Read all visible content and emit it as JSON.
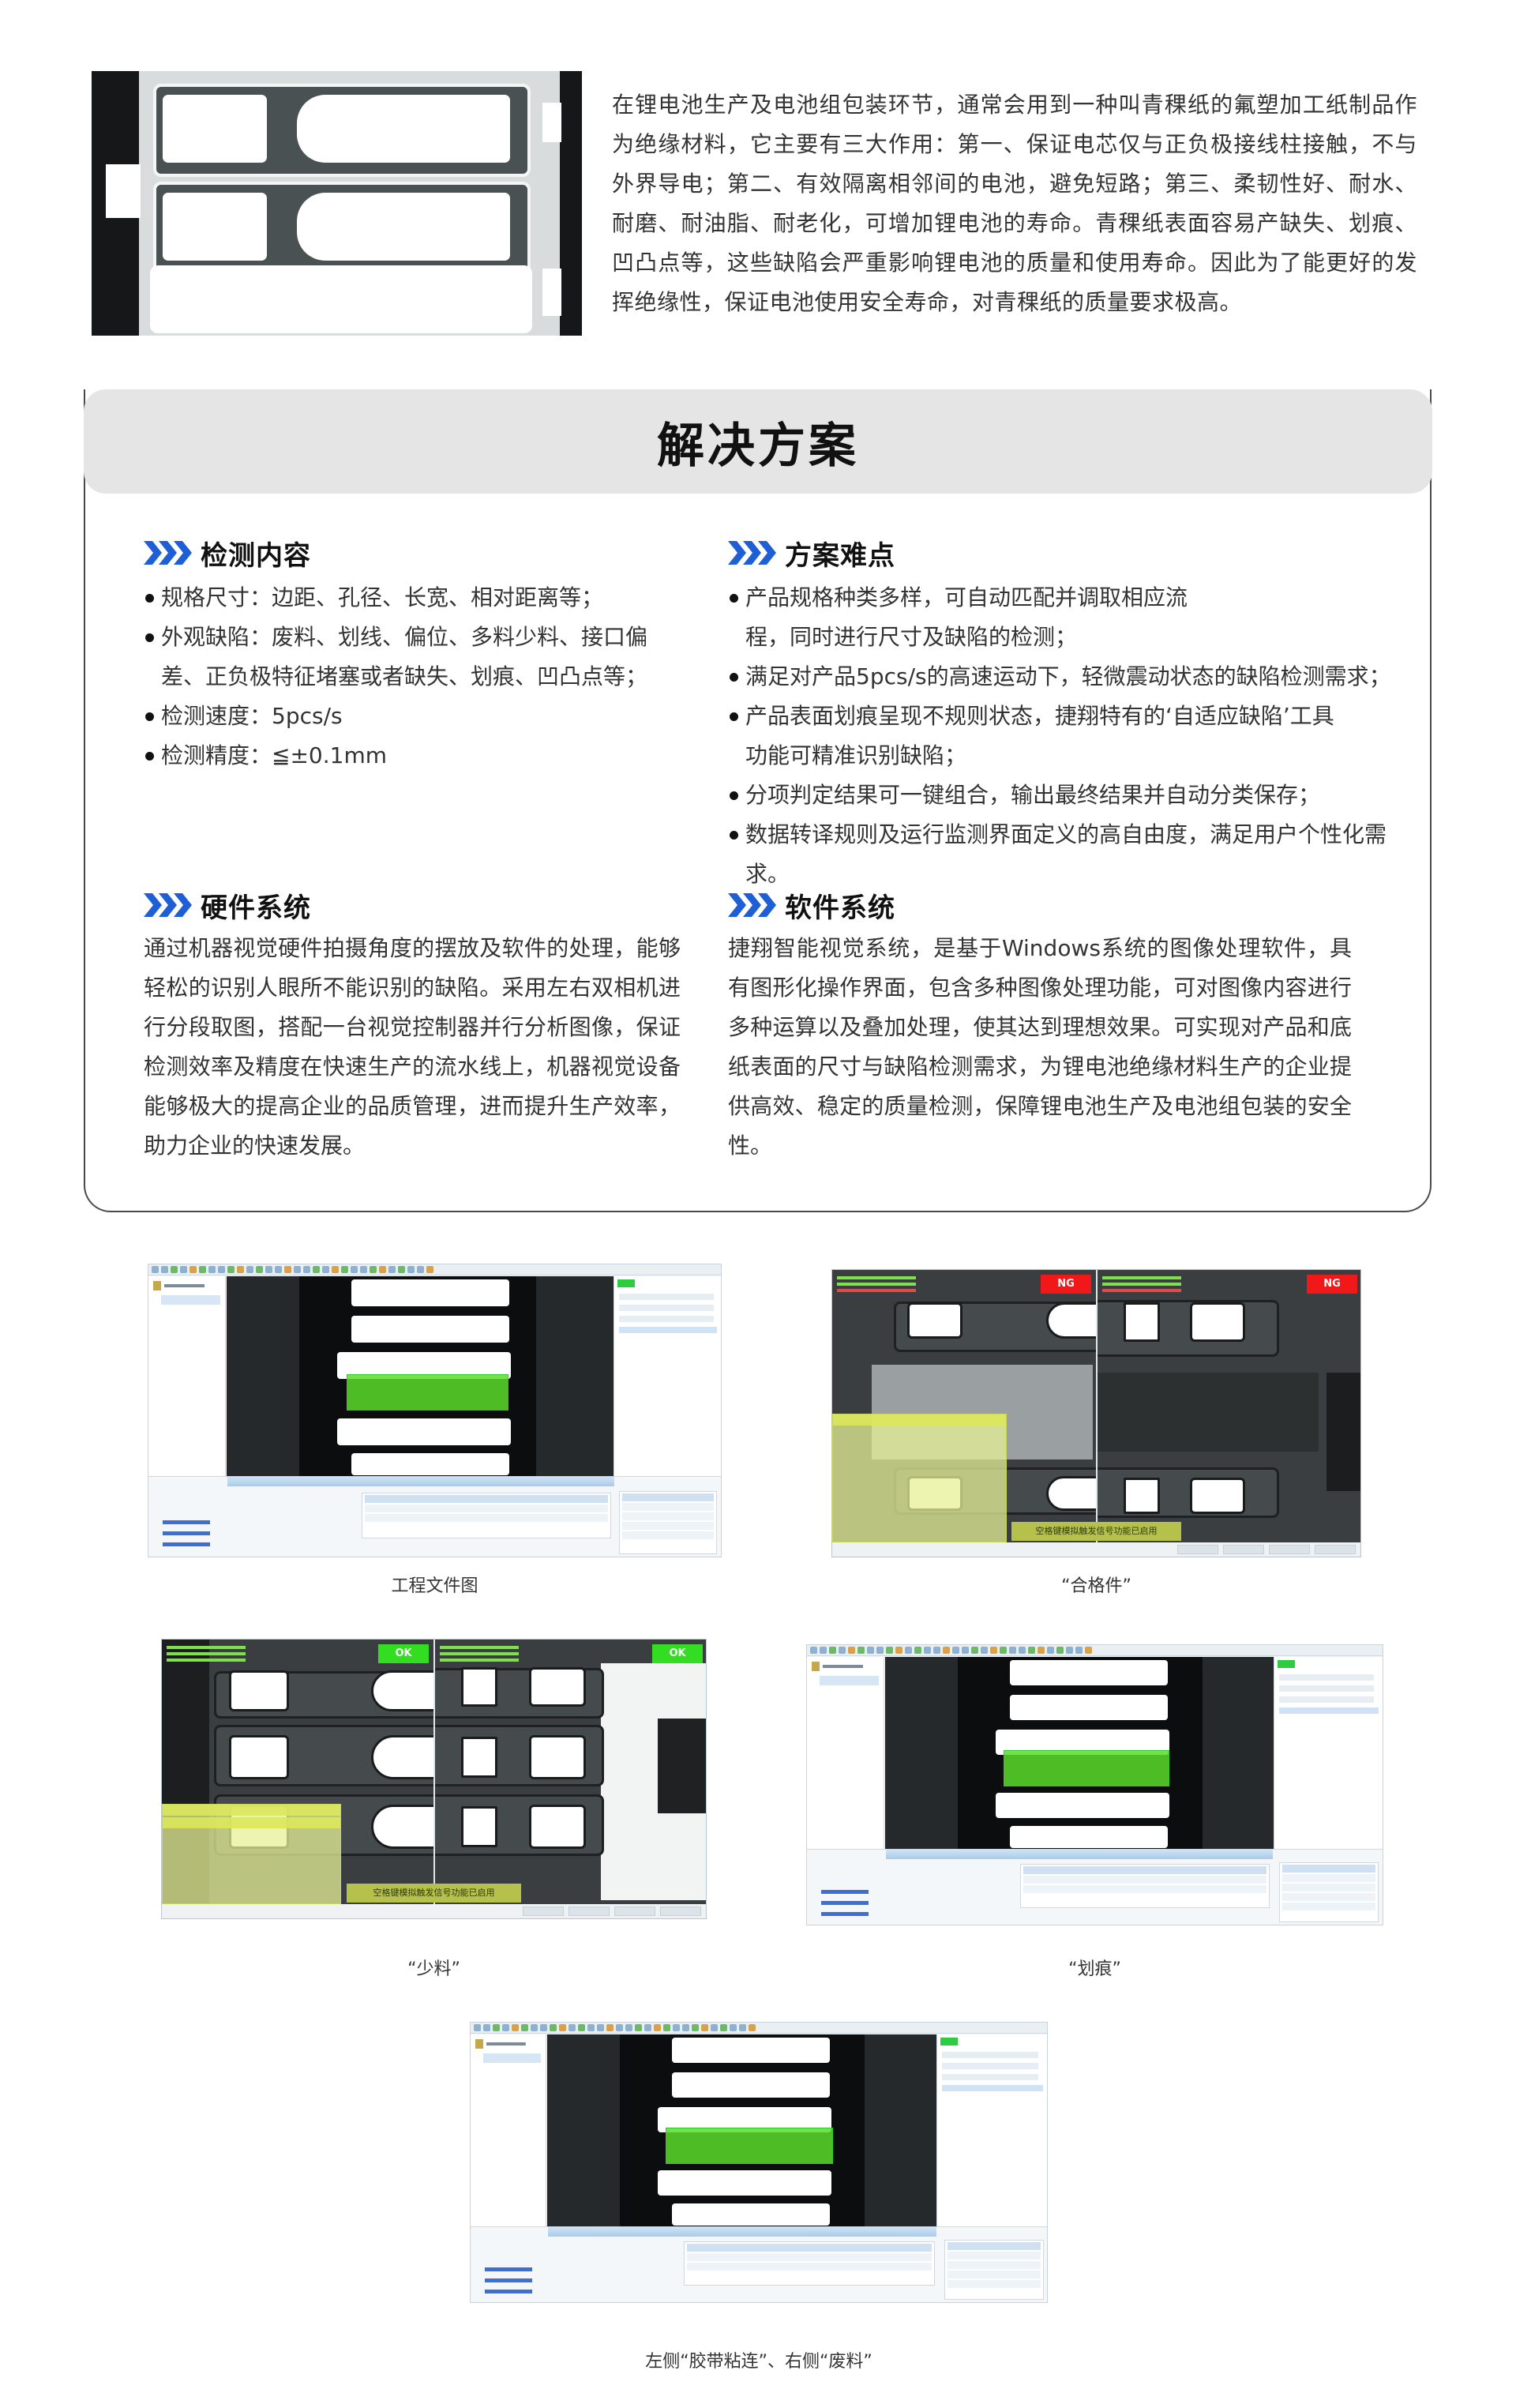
{
  "intro": {
    "image_alt": "锂电池青稞纸样品图",
    "paragraph": "在锂电池生产及电池组包装环节，通常会用到一种叫青稞纸的氟塑加工纸制品作为绝缘材料，它主要有三大作用：第一、保证电芯仅与正负极接线柱接触，不与外界导电；第二、有效隔离相邻间的电池，避免短路；第三、柔韧性好、耐水、耐磨、耐油脂、耐老化，可增加锂电池的寿命。青稞纸表面容易产缺失、划痕、凹凸点等，这些缺陷会严重影响锂电池的质量和使用寿命。因此为了能更好的发挥绝缘性，保证电池使用安全寿命，对青稞纸的质量要求极高。"
  },
  "solution": {
    "title": "解决方案",
    "accent_color": "#1f5fd6",
    "sections": {
      "detection": {
        "title": "检测内容",
        "bullets": [
          "规格尺寸：边距、孔径、长宽、相对距离等；",
          "外观缺陷：废料、划线、偏位、多料少料、接口偏差、正负极特征堵塞或者缺失、划痕、凹凸点等；",
          "检测速度：5pcs/s",
          "检测精度：≦±0.1mm"
        ]
      },
      "difficulties": {
        "title": "方案难点",
        "bullets": [
          "产品规格种类多样，可自动匹配并调取相应流程，同时进行尺寸及缺陷的检测；",
          "满足对产品5pcs/s的高速运动下，轻微震动状态的缺陷检测需求；",
          "产品表面划痕呈现不规则状态，捷翔特有的‘自适应缺陷’工具功能可精准识别缺陷；",
          "分项判定结果可一键组合，输出最终结果并自动分类保存；",
          "数据转译规则及运行监测界面定义的高自由度，满足用户个性化需求。"
        ]
      },
      "hardware": {
        "title": "硬件系统",
        "paragraph": "通过机器视觉硬件拍摄角度的摆放及软件的处理，能够轻松的识别人眼所不能识别的缺陷。采用左右双相机进行分段取图，搭配一台视觉控制器并行分析图像，保证检测效率及精度在快速生产的流水线上，机器视觉设备能够极大的提高企业的品质管理，进而提升生产效率，助力企业的快速发展。"
      },
      "software": {
        "title": "软件系统",
        "paragraph": "捷翔智能视觉系统，是基于Windows系统的图像处理软件，具有图形化操作界面，包含多种图像处理功能，可对图像内容进行多种运算以及叠加处理，使其达到理想效果。可实现对产品和底纸表面的尺寸与缺陷检测需求，为锂电池绝缘材料生产的企业提供高效、稳定的质量检测，保障锂电池生产及电池组包装的安全性。"
      }
    }
  },
  "figures": [
    {
      "caption": "工程文件图",
      "type": "software"
    },
    {
      "caption": "“合格件”",
      "type": "runtime",
      "badge": "NG",
      "badge_color": "#f01818",
      "banner": "空格键模拟触发信号功能已启用"
    },
    {
      "caption": "“少料”",
      "type": "runtime",
      "badge": "OK",
      "badge_color": "#33dd22",
      "banner": "空格键模拟触发信号功能已启用"
    },
    {
      "caption": "“划痕”",
      "type": "software"
    },
    {
      "caption": "左侧“胶带粘连”、右侧“废料”",
      "type": "software"
    }
  ]
}
